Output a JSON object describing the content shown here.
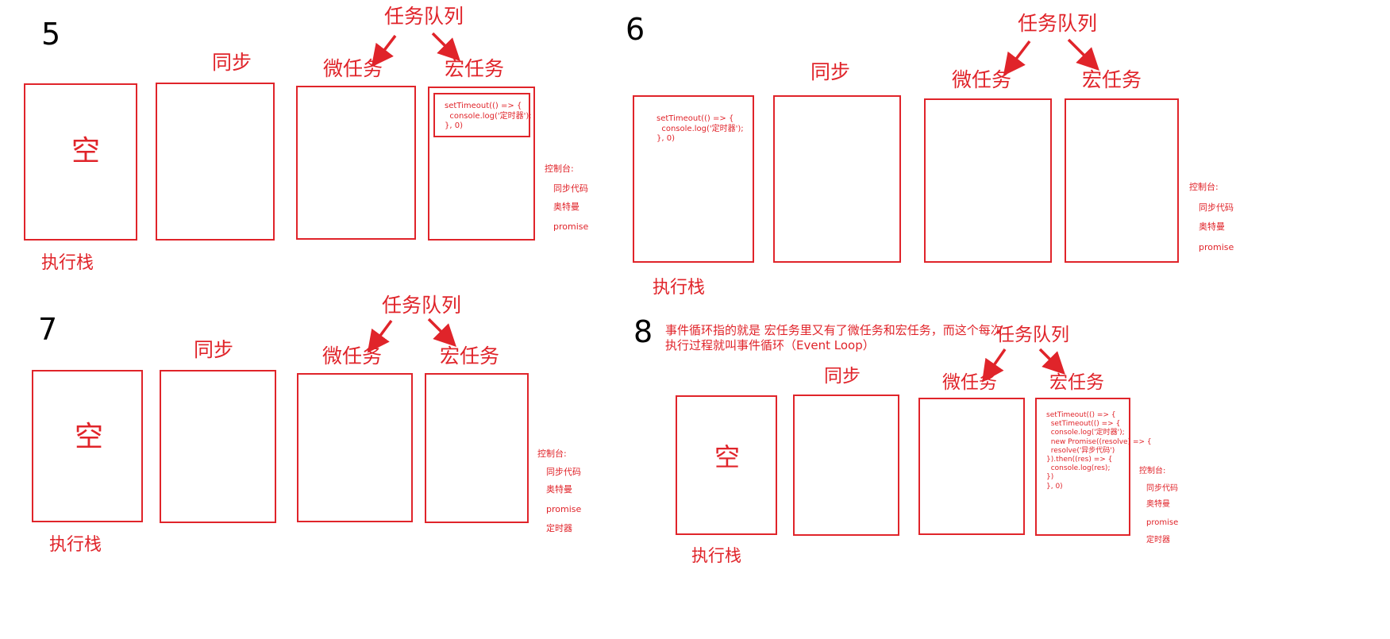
{
  "panels": [
    {
      "number": "5",
      "queue_label": "任务队列",
      "micro_label": "微任务",
      "macro_label": "宏任务",
      "sync_label": "同步",
      "stack_label": "执行栈",
      "stack_content": "空",
      "macro_code": "setTimeout(() => {\n  console.log('定时器');\n}, 0)",
      "console_label": "控制台:",
      "console_lines": [
        "同步代码",
        "奥特曼",
        "promise"
      ]
    },
    {
      "number": "6",
      "queue_label": "任务队列",
      "micro_label": "微任务",
      "macro_label": "宏任务",
      "sync_label": "同步",
      "stack_label": "执行栈",
      "stack_code": "setTimeout(() => {\n  console.log('定时器');\n}, 0)",
      "console_label": "控制台:",
      "console_lines": [
        "同步代码",
        "奥特曼",
        "promise"
      ]
    },
    {
      "number": "7",
      "queue_label": "任务队列",
      "micro_label": "微任务",
      "macro_label": "宏任务",
      "sync_label": "同步",
      "stack_label": "执行栈",
      "stack_content": "空",
      "console_label": "控制台:",
      "console_lines": [
        "同步代码",
        "奥特曼",
        "promise",
        "定时器"
      ]
    },
    {
      "number": "8",
      "note_line1": "事件循环指的就是 宏任务里又有了微任务和宏任务，而这个每次",
      "note_line2": "执行过程就叫事件循环（Event Loop）",
      "queue_label": "任务队列",
      "micro_label": "微任务",
      "macro_label": "宏任务",
      "sync_label": "同步",
      "stack_label": "执行栈",
      "stack_content": "空",
      "macro_code": "setTimeout(() => {\n  setTimeout(() => {\n  console.log('定时器');\n  new Promise((resolve) => {\n  resolve('异步代码')\n}).then((res) => {\n  console.log(res);\n})\n}, 0)",
      "console_label": "控制台:",
      "console_lines": [
        "同步代码",
        "奥特曼",
        "promise",
        "定时器"
      ]
    }
  ],
  "colors": {
    "accent": "#e0242a",
    "number": "#000000"
  }
}
